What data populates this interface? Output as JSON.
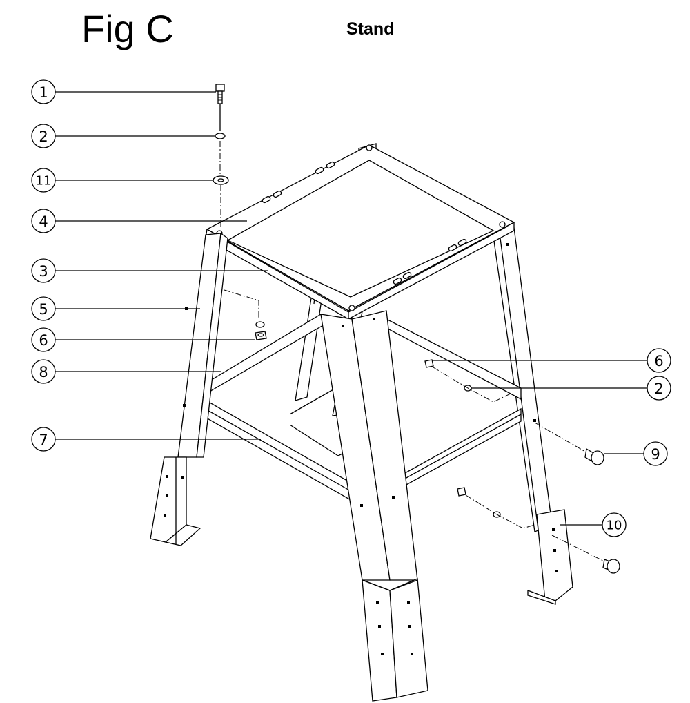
{
  "figure": {
    "title": "Fig C",
    "subtitle": "Stand"
  },
  "callouts": [
    {
      "id": "c1",
      "label": "1",
      "part": "bolt"
    },
    {
      "id": "c2a",
      "label": "2",
      "part": "lock-washer"
    },
    {
      "id": "c11",
      "label": "11",
      "part": "flat-washer"
    },
    {
      "id": "c4",
      "label": "4",
      "part": "top-side-rail"
    },
    {
      "id": "c3",
      "label": "3",
      "part": "top-front-rail"
    },
    {
      "id": "c5",
      "label": "5",
      "part": "leg"
    },
    {
      "id": "c6a",
      "label": "6",
      "part": "hex-nut"
    },
    {
      "id": "c8",
      "label": "8",
      "part": "lower-side-brace"
    },
    {
      "id": "c7",
      "label": "7",
      "part": "lower-front-brace"
    },
    {
      "id": "c6b",
      "label": "6",
      "part": "hex-nut"
    },
    {
      "id": "c2b",
      "label": "2",
      "part": "lock-washer"
    },
    {
      "id": "c9",
      "label": "9",
      "part": "carriage-bolt"
    },
    {
      "id": "c10",
      "label": "10",
      "part": "foot"
    }
  ]
}
